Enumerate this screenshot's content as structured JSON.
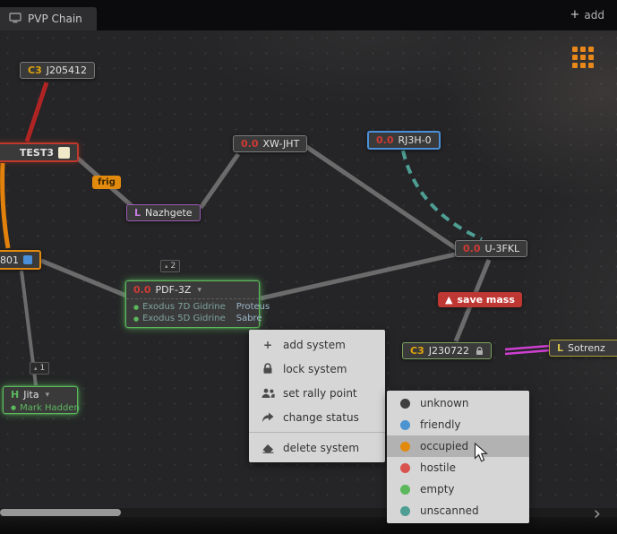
{
  "titlebar": {
    "tab": "PVP Chain",
    "add": "add"
  },
  "map": {
    "systems": {
      "j205412": {
        "sec": "C3",
        "name": "J205412"
      },
      "test3": {
        "name": "TEST3"
      },
      "nazhgete": {
        "sec": "L",
        "name": "Nazhgete"
      },
      "xwjht": {
        "sec": "0.0",
        "name": "XW-JHT"
      },
      "rj3h0": {
        "sec": "0.0",
        "name": "RJ3H-0"
      },
      "u3fkl": {
        "sec": "0.0",
        "name": "U-3FKL"
      },
      "s801": {
        "name": "801"
      },
      "pdf3z": {
        "sec": "0.0",
        "name": "PDF-3Z",
        "count": "2",
        "pilots": [
          {
            "name": "Exodus 7D Gidrine",
            "ship": "Proteus"
          },
          {
            "name": "Exodus 5D Gidrine",
            "ship": "Sabre"
          }
        ]
      },
      "j230722": {
        "sec": "C3",
        "name": "J230722"
      },
      "sotrenz": {
        "sec": "L",
        "name": "Sotrenz"
      },
      "jita": {
        "sec": "H",
        "name": "Jita",
        "count": "1",
        "pilot": "Mark Hadden"
      }
    },
    "labels": {
      "frig": "frig",
      "save_mass": "save mass"
    }
  },
  "context_menu": {
    "items": [
      {
        "label": "add system"
      },
      {
        "label": "lock system"
      },
      {
        "label": "set rally point"
      },
      {
        "label": "change status"
      },
      {
        "label": "delete system"
      }
    ]
  },
  "status_menu": {
    "items": [
      {
        "label": "unknown",
        "color": "#3f3f3f"
      },
      {
        "label": "friendly",
        "color": "#4b93d1"
      },
      {
        "label": "occupied",
        "color": "#e28a0d"
      },
      {
        "label": "hostile",
        "color": "#d9534f"
      },
      {
        "label": "empty",
        "color": "#5cb85c"
      },
      {
        "label": "unscanned",
        "color": "#4e9e93"
      }
    ]
  }
}
